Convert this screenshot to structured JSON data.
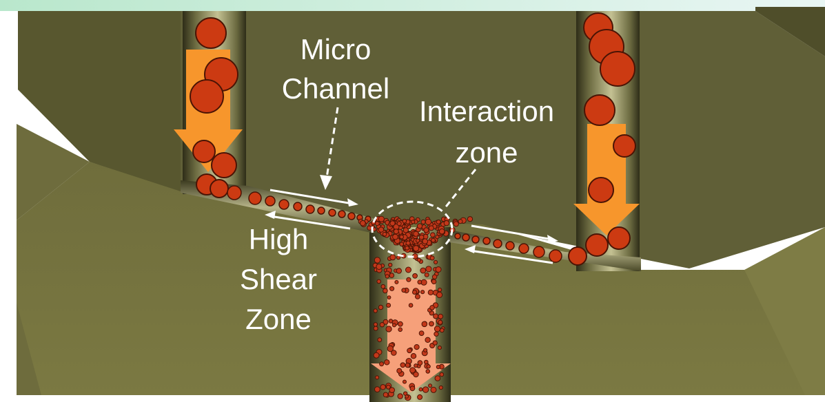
{
  "labels": {
    "micro_channel_line1": "Micro",
    "micro_channel_line2": "Channel",
    "interaction_line1": "Interaction",
    "interaction_line2": "zone",
    "shear_line1": "High",
    "shear_line2": "Shear",
    "shear_line3": "Zone"
  },
  "colors": {
    "background": "#ffffff",
    "top_gradient_start": "#b9e7cc",
    "top_gradient_end": "#e9f6f4",
    "block_top": "#605f37",
    "block_bottom": "#76743f",
    "block_left_edge": "#6e6c3d",
    "channel_light": "#b7b489",
    "channel_dark": "#2e2d18",
    "droplet_fill": "#cc3a12",
    "droplet_stroke": "#4a1405",
    "droplet_small_fill": "#c2381a",
    "arrow_inlet": "#f7962c",
    "arrow_outlet": "#f6a07a",
    "label_text": "#ffffff"
  },
  "icons": {
    "inlet_arrows": "down-arrow",
    "outlet_arrow": "down-arrow",
    "flow_arrows": "left-right-arrow-pair",
    "pointers": "dashed-arrow"
  }
}
